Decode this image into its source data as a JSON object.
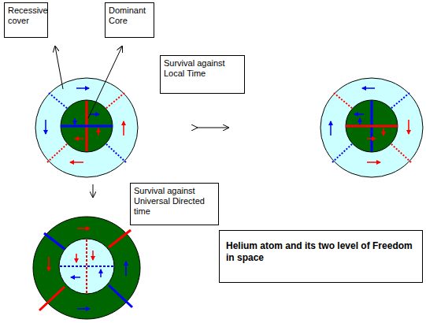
{
  "diagram": {
    "nodes": [
      {
        "text": [
          "Recessive cover"
        ]
      },
      {
        "text": [
          "Dominant Core"
        ]
      },
      {
        "text": [
          "Survival against Local Time"
        ]
      },
      {
        "text": [
          "Survival against Universal Directed time"
        ]
      },
      {
        "text": [
          "Helium atom and its two level of Freedom in space"
        ]
      }
    ]
  }
}
